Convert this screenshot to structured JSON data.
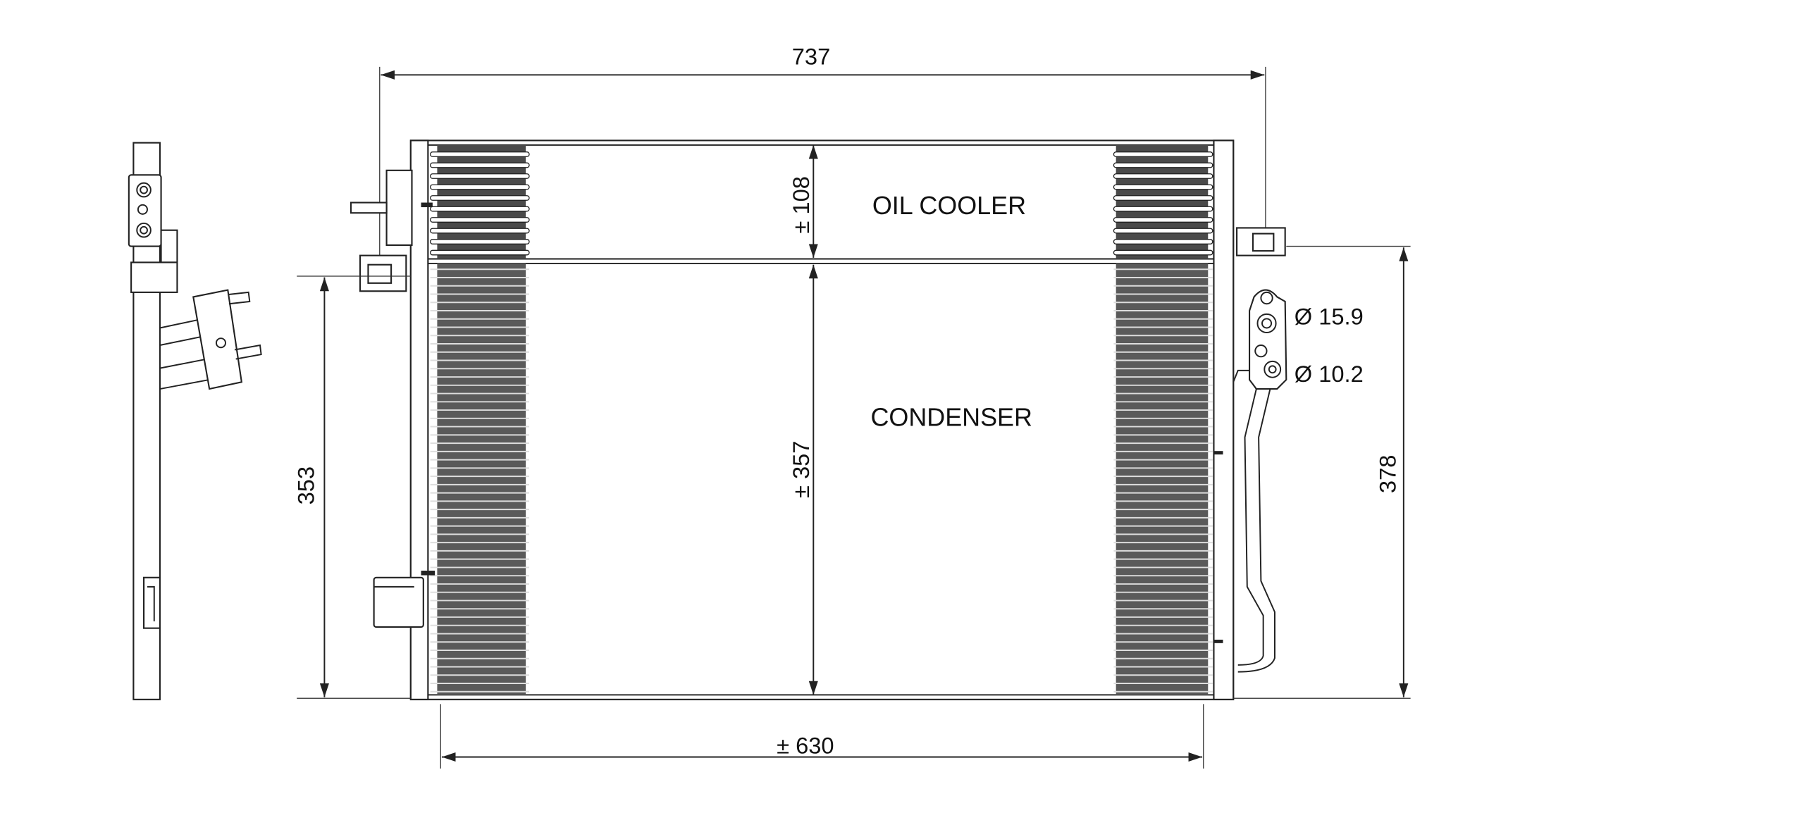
{
  "labels": {
    "oil_cooler": "OIL COOLER",
    "condenser": "CONDENSER"
  },
  "dimensions": {
    "overall_width": "737",
    "core_width": "± 630",
    "oil_cooler_height": "± 108",
    "condenser_height": "± 357",
    "left_height": "353",
    "right_height": "378",
    "port_large": "Ø 15.9",
    "port_small": "Ø 10.2"
  },
  "colors": {
    "line": "#222222",
    "fin": "#555555"
  }
}
